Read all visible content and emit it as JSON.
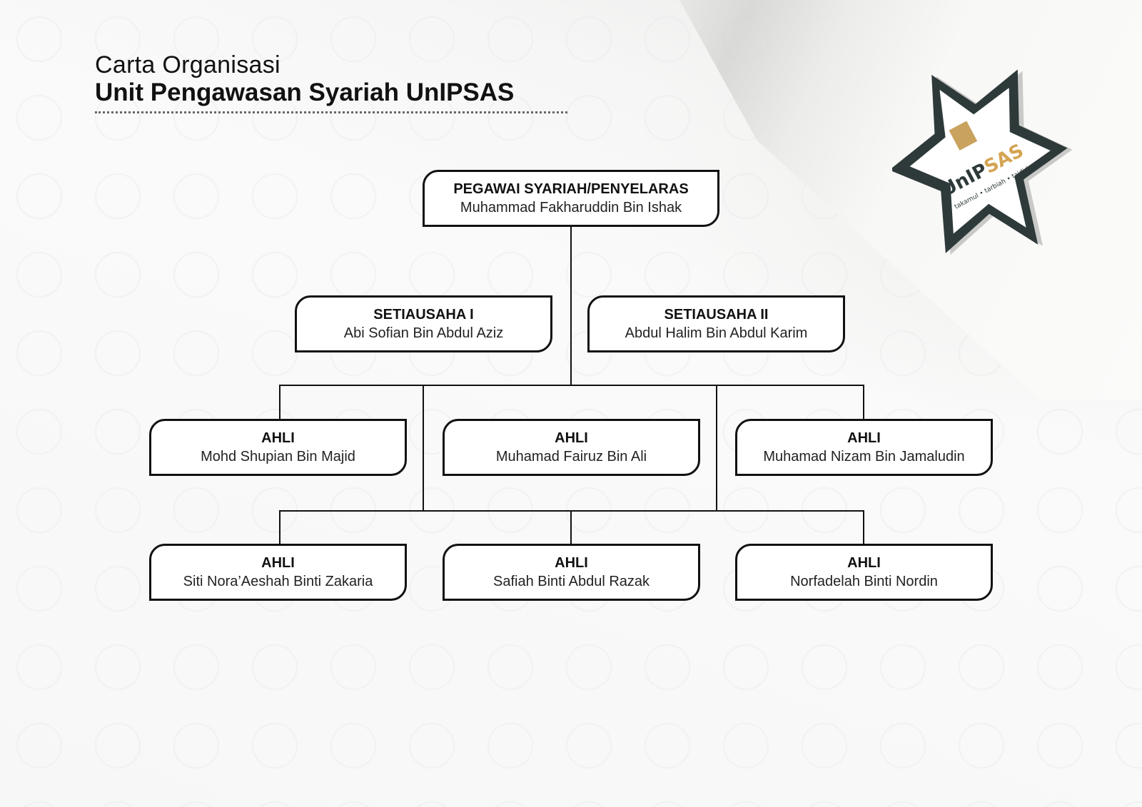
{
  "header": {
    "subtitle": "Carta Organisasi",
    "title": "Unit Pengawasan Syariah UnIPSAS"
  },
  "logo": {
    "text": "UnIPSAS",
    "tagline": "takamul • tarbiah • tajdid"
  },
  "chart": {
    "head": {
      "role": "PEGAWAI SYARIAH/PENYELARAS",
      "name": "Muhammad Fakharuddin Bin Ishak"
    },
    "secretaries": [
      {
        "role": "SETIAUSAHA I",
        "name": "Abi Sofian Bin Abdul Aziz"
      },
      {
        "role": "SETIAUSAHA II",
        "name": "Abdul Halim Bin Abdul Karim"
      }
    ],
    "members": [
      {
        "role": "AHLI",
        "name": "Mohd Shupian Bin Majid"
      },
      {
        "role": "AHLI",
        "name": "Muhamad Fairuz Bin Ali"
      },
      {
        "role": "AHLI",
        "name": "Muhamad Nizam Bin Jamaludin"
      },
      {
        "role": "AHLI",
        "name": "Siti Nora’Aeshah Binti Zakaria"
      },
      {
        "role": "AHLI",
        "name": "Safiah Binti Abdul Razak"
      },
      {
        "role": "AHLI",
        "name": "Norfadelah Binti Nordin"
      }
    ]
  }
}
